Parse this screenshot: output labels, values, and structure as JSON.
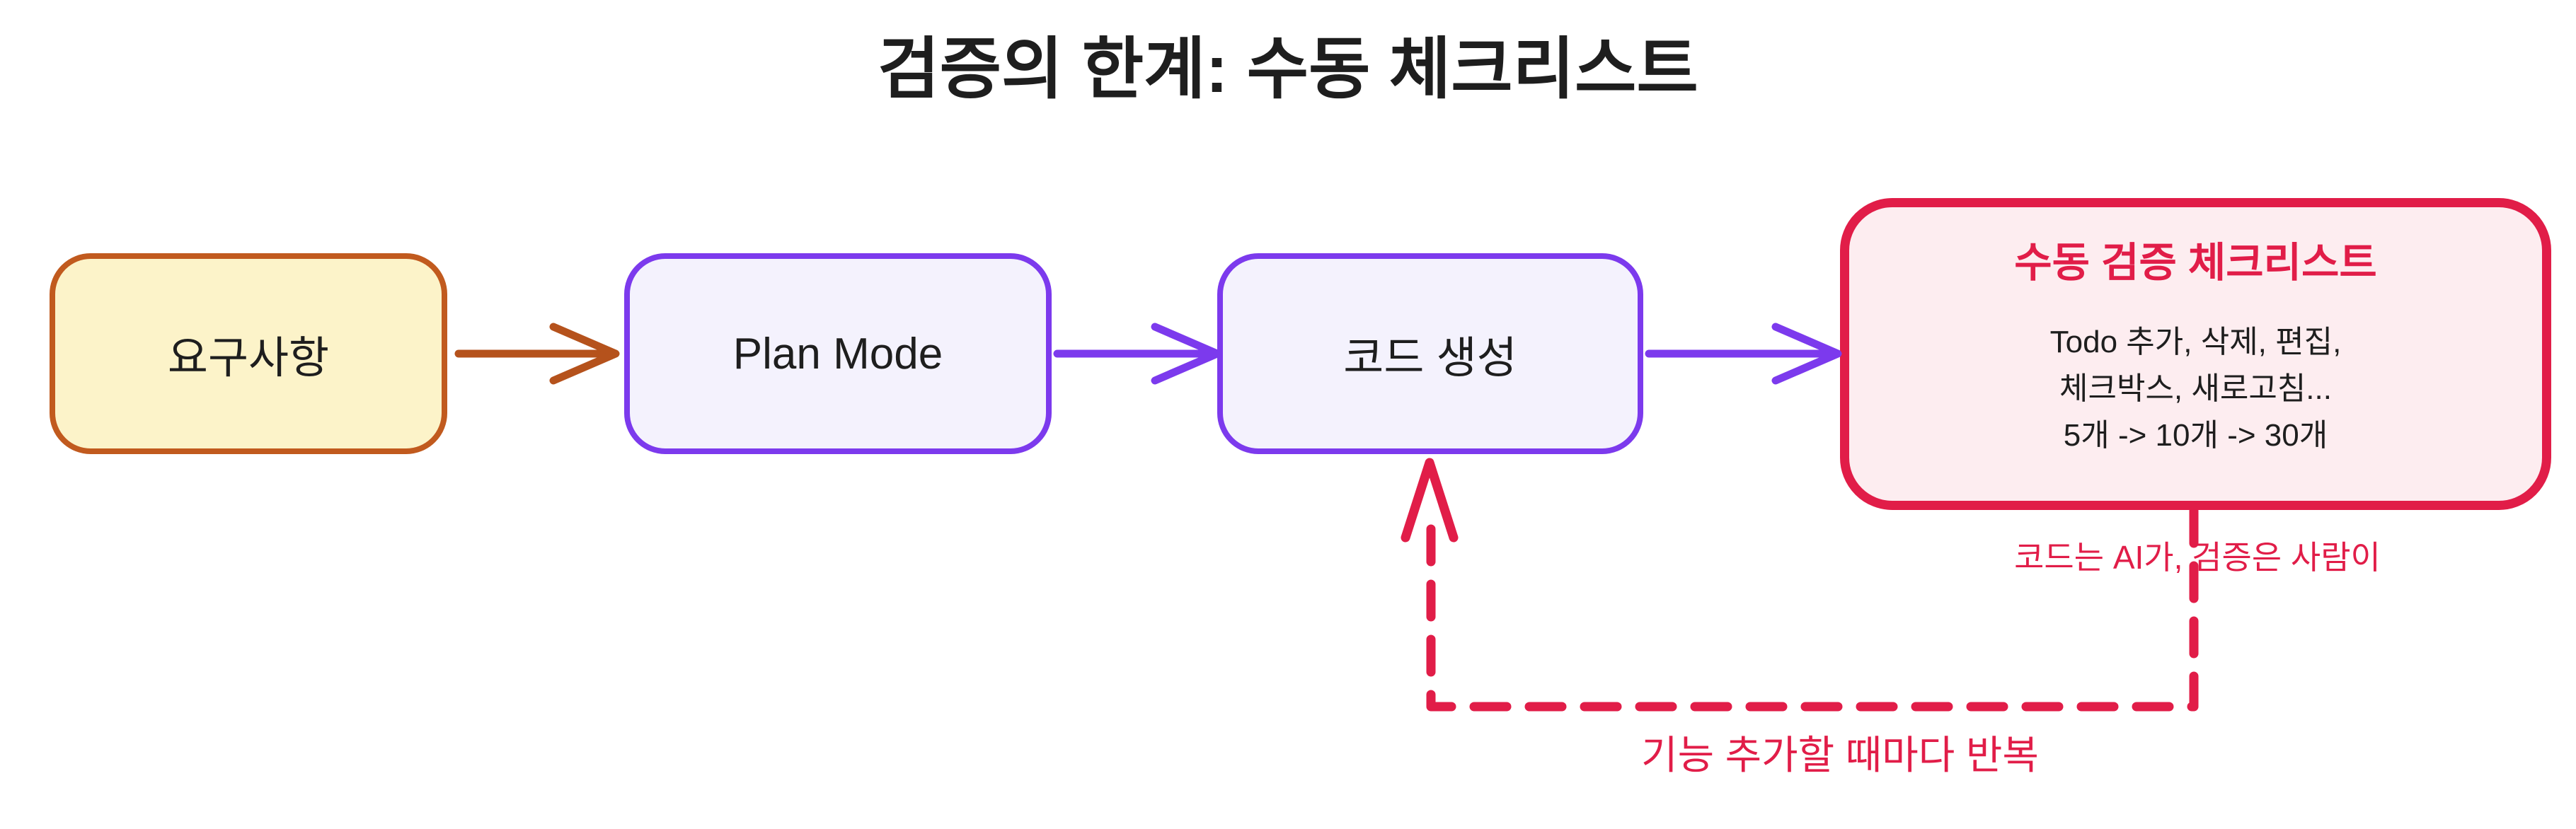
{
  "title": "검증의 한계: 수동 체크리스트",
  "nodes": {
    "requirements": {
      "label": "요구사항"
    },
    "plan_mode": {
      "label": "Plan Mode"
    },
    "code_generation": {
      "label": "코드 생성"
    },
    "manual_checklist": {
      "title": "수동 검증 체크리스트",
      "lines": [
        "Todo 추가, 삭제, 편집,",
        "체크박스, 새로고침...",
        "5개 -> 10개 -> 30개"
      ]
    }
  },
  "annotations": {
    "loop_side": "코드는 AI가, 검증은 사람이",
    "loop_bottom": "기능 추가할 때마다 반복"
  },
  "colors": {
    "orange": "#b5521c",
    "orange_border": "#c15a1e",
    "yellow_fill": "#fcf3c9",
    "purple": "#7c3aed",
    "purple_fill": "#f4f2fd",
    "red": "#e11d48",
    "red_fill": "#fdedf0",
    "text": "#1e1e1e"
  }
}
